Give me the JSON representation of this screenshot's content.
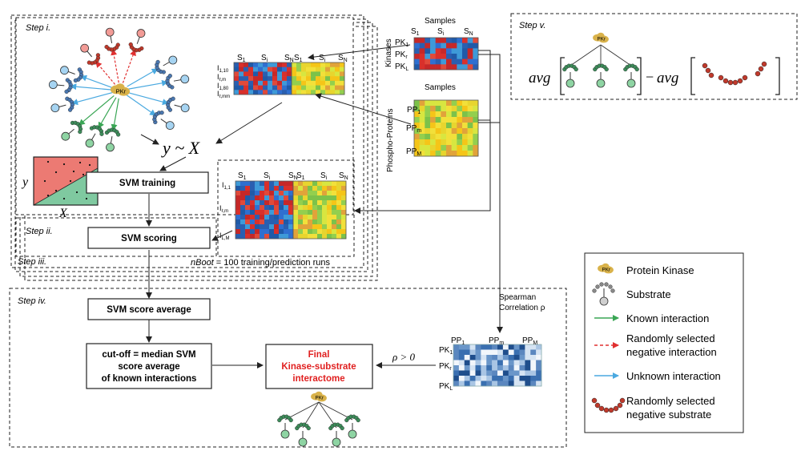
{
  "steps": {
    "i": "Step i.",
    "ii": "Step ii.",
    "iii": "Step iii.",
    "iv": "Step iv.",
    "v": "Step v."
  },
  "boxes": {
    "svm_training": "SVM training",
    "svm_scoring": "SVM scoring",
    "svm_score_average": "SVM score average",
    "cutoff_line1": "cut-off = median SVM",
    "cutoff_line2": "score average",
    "cutoff_line3": "of known interactions",
    "final_line1": "Final",
    "final_line2": "Kinase-substrate",
    "final_line3": "interactome"
  },
  "labels": {
    "samples": "Samples",
    "kinases": "Kinases",
    "phospho": "Phospho-Proteins",
    "nboot_italic": "nBoot",
    "nboot_rest": " = 100 training/prediction runs",
    "spearman": "Spearman",
    "correlation": "Correlation ρ",
    "rho_gt_0": "ρ > 0",
    "model": "y ~ X",
    "y": "y",
    "x": "X",
    "avg": "avg",
    "minus": "−",
    "pk_r": "PKr"
  },
  "legend": {
    "protein_kinase": "Protein Kinase",
    "substrate": "Substrate",
    "known": "Known interaction",
    "rand_neg_1": "Randomly selected",
    "rand_neg_2": "negative interaction",
    "unknown": "Unknown interaction",
    "rand_sub_1": "Randomly selected",
    "rand_sub_2": "negative substrate"
  },
  "colors": {
    "known": "#3aa655",
    "negative": "#e03030",
    "unknown": "#4aa9e0",
    "kinase": "#d9b24a",
    "final_red": "#e02020",
    "svm_green": "#7fc9a0",
    "svm_red": "#ec7a73"
  }
}
